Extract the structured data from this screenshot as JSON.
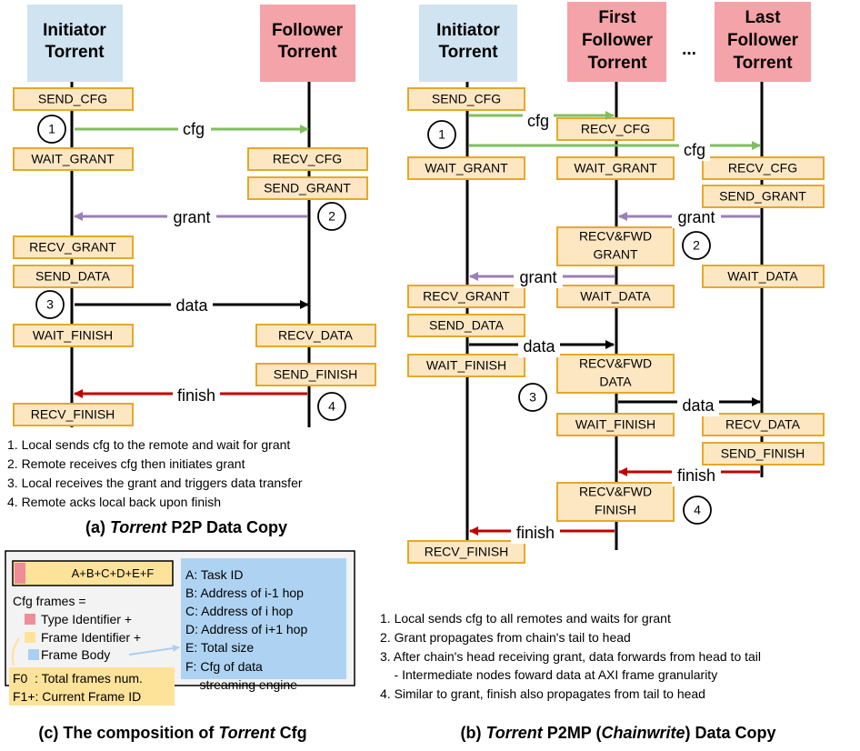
{
  "colors": {
    "header_blue": "#cfe3f1",
    "header_red": "#f4a3a8",
    "state_fill": "#fde7c3",
    "state_border": "#e6a82a",
    "cfg_arrow": "#7fbf5e",
    "grant_arrow": "#9b7fb6",
    "data_arrow": "#000000",
    "finish_arrow": "#c00000",
    "panel_blue": "#aed3f2",
    "type_pink": "#f08c95",
    "frame_yellow": "#fde39a",
    "body_blue": "#a9d0f1"
  },
  "p2p": {
    "initiator_header": [
      "Initiator",
      "Torrent"
    ],
    "follower_header": [
      "Follower",
      "Torrent"
    ],
    "states": {
      "send_cfg": "SEND_CFG",
      "wait_grant": "WAIT_GRANT",
      "recv_cfg": "RECV_CFG",
      "send_grant": "SEND_GRANT",
      "recv_grant": "RECV_GRANT",
      "send_data": "SEND_DATA",
      "wait_finish": "WAIT_FINISH",
      "recv_data": "RECV_DATA",
      "send_finish": "SEND_FINISH",
      "recv_finish": "RECV_FINISH"
    },
    "arrows": {
      "cfg": "cfg",
      "grant": "grant",
      "data": "data",
      "finish": "finish"
    },
    "steps": [
      "1",
      "2",
      "3",
      "4"
    ],
    "notes": [
      "1. Local sends cfg to the remote and wait for grant",
      "2. Remote receives cfg then initiates grant",
      "3. Local receives the grant and triggers data transfer",
      "4. Remote acks local back upon finish"
    ],
    "caption_prefix": "(a) ",
    "caption_emph": "Torrent",
    "caption_suffix": " P2P Data Copy"
  },
  "p2mp": {
    "initiator_header": [
      "Initiator",
      "Torrent"
    ],
    "first_header": [
      "First",
      "Follower",
      "Torrent"
    ],
    "last_header": [
      "Last",
      "Follower",
      "Torrent"
    ],
    "ellipsis": "...",
    "states": {
      "send_cfg": "SEND_CFG",
      "first_recv_cfg": "RECV_CFG",
      "wait_grant": "WAIT_GRANT",
      "first_wait_grant": "WAIT_GRANT",
      "last_recv_cfg": "RECV_CFG",
      "last_send_grant": "SEND_GRANT",
      "fwd_grant": [
        "RECV&FWD",
        "GRANT"
      ],
      "last_wait_data": "WAIT_DATA",
      "recv_grant": "RECV_GRANT",
      "first_wait_data": "WAIT_DATA",
      "send_data": "SEND_DATA",
      "wait_finish": "WAIT_FINISH",
      "fwd_data": [
        "RECV&FWD",
        "DATA"
      ],
      "first_wait_finish": "WAIT_FINISH",
      "last_recv_data": "RECV_DATA",
      "last_send_finish": "SEND_FINISH",
      "fwd_finish": [
        "RECV&FWD",
        "FINISH"
      ],
      "recv_finish": "RECV_FINISH"
    },
    "arrows": {
      "cfg1": "cfg",
      "cfg2": "cfg",
      "grant1": "grant",
      "grant2": "grant",
      "data1": "data",
      "data2": "data",
      "finish1": "finish",
      "finish2": "finish"
    },
    "steps": [
      "1",
      "2",
      "3",
      "4"
    ],
    "notes": [
      "1. Local sends cfg to all remotes and waits for grant",
      "2. Grant propagates from chain's tail to head",
      "3. After chain's head receiving grant, data forwards from head to tail",
      "    - Intermediate nodes foward data at AXI frame granularity",
      "4. Similar to grant, finish also propagates from tail to head"
    ],
    "caption_prefix": "(b) ",
    "caption_emph": "Torrent",
    "caption_mid": " P2MP (",
    "caption_emph2": "Chainwrite",
    "caption_suffix": ") Data Copy"
  },
  "cfg": {
    "bar_text": "A+B+C+D+E+F",
    "frames_title": "Cfg frames =",
    "type_id": "Type Identifier +",
    "frame_id": "Frame Identifier +",
    "frame_body": "Frame Body",
    "f0": "F0  : Total frames num.",
    "f1": "F1+: Current Frame ID",
    "fields": [
      "A: Task ID",
      "B: Address of i-1 hop",
      "C: Address of i hop",
      "D: Address of i+1 hop",
      "E: Total size",
      "F: Cfg of data",
      "    streaming engine"
    ],
    "caption_prefix": "(c) The composition of ",
    "caption_emph": "Torrent",
    "caption_suffix": " Cfg"
  }
}
